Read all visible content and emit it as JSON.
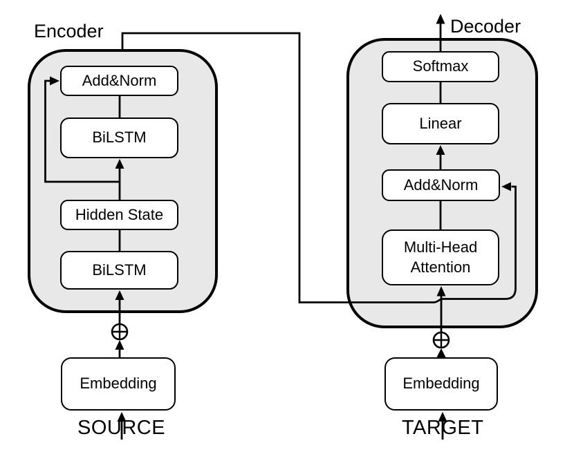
{
  "encoder": {
    "title": "Encoder",
    "blocks": {
      "add_norm": "Add&Norm",
      "bilstm_top": "BiLSTM",
      "hidden_state": "Hidden State",
      "bilstm_bottom": "BiLSTM",
      "embedding": "Embedding"
    },
    "input_label": "SOURCE",
    "combine_icon": "circled-plus-icon"
  },
  "decoder": {
    "title": "Decoder",
    "blocks": {
      "softmax": "Softmax",
      "linear": "Linear",
      "add_norm": "Add&Norm",
      "multi_head_attention": "Multi-Head Attention",
      "embedding": "Embedding"
    },
    "input_label": "TARGET",
    "combine_icon": "circled-plus-icon"
  },
  "colors": {
    "container_fill": "#e8e8e8",
    "container_border": "#000000",
    "block_fill": "#ffffff",
    "block_border": "#000000",
    "wire": "#000000",
    "text": "#000000",
    "background": "#ffffff"
  }
}
